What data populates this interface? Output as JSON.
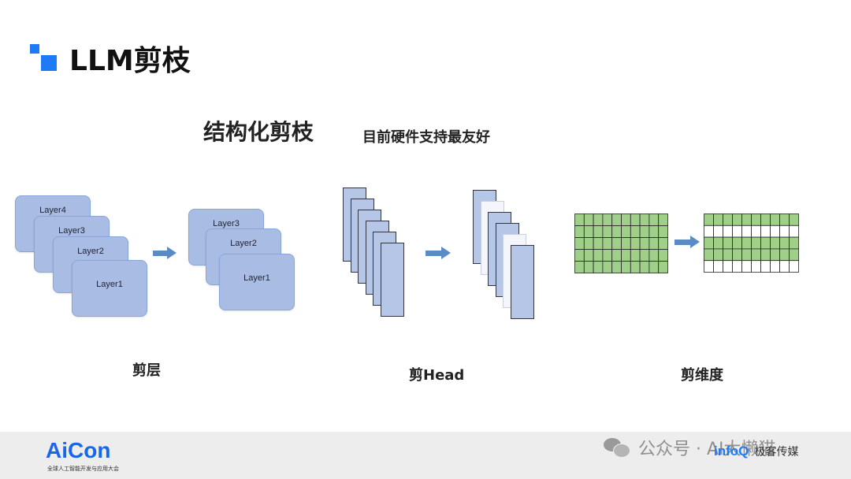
{
  "slide": {
    "title": "LLM剪枝",
    "subtitle": "结构化剪枝",
    "subtitle_note": "目前硬件支持最友好"
  },
  "layers_left": [
    "Layer4",
    "Layer3",
    "Layer2",
    "Layer1"
  ],
  "layers_right": [
    "Layer3",
    "Layer2",
    "Layer1"
  ],
  "captions": {
    "layer_prune": "剪层",
    "head_prune": "剪Head",
    "dim_prune": "剪维度"
  },
  "heads_after_pruned": [
    false,
    true,
    false,
    false,
    true,
    false
  ],
  "grid_after_pruned_rows": [
    false,
    true,
    false,
    false,
    true
  ],
  "footer": {
    "brand_name": "AiCon",
    "brand_tagline": "全球人工智能开发与应用大会",
    "watermark": "公众号 · AI大懒猫",
    "partner_logo_en": "infoQ",
    "partner_logo_cn": "极客传媒"
  },
  "colors": {
    "accent_blue": "#1e7bf5",
    "layer_fill": "#a9bde4",
    "head_fill": "#b6c6e6",
    "grid_green": "#9fcf88",
    "arrow": "#5b8bc4"
  }
}
